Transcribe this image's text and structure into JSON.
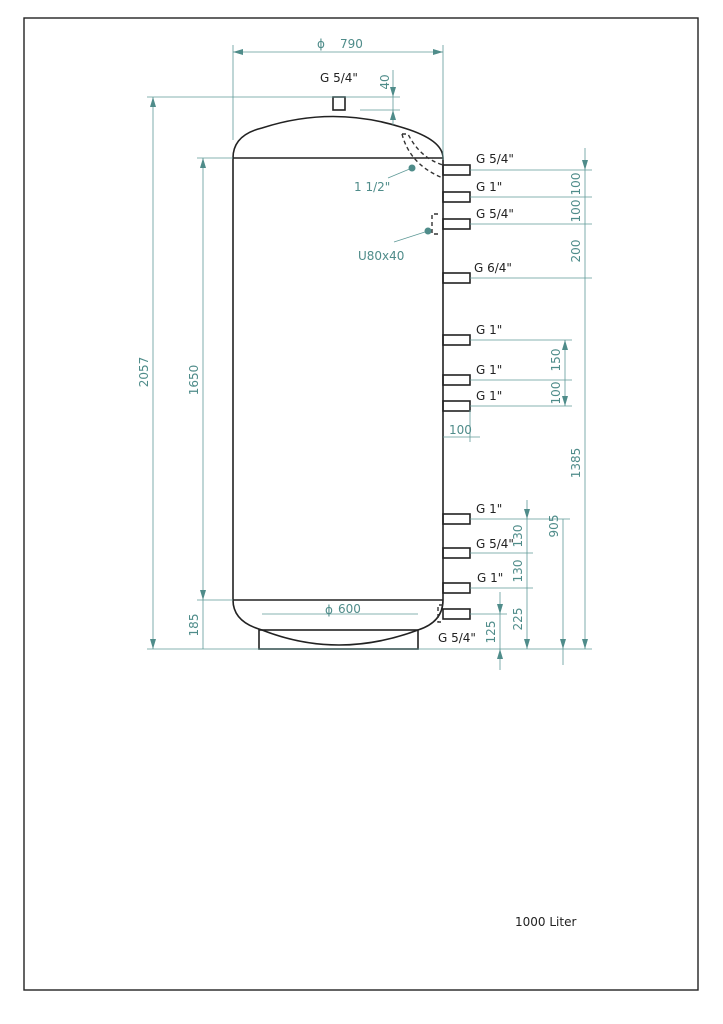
{
  "drawing": {
    "title": "1000 Liter",
    "overall_diameter": "790",
    "diameter_symbol": "ϕ",
    "base_diameter": "600",
    "top_connection": "G 5/4\"",
    "top_offset": "40",
    "sensor_sleeve": "1 1/2\"",
    "flange": "U80x40",
    "heights": {
      "total": "2057",
      "cylinder": "1650",
      "bottom": "185"
    },
    "nozzle_length": "100",
    "connections": [
      "G 5/4\"",
      "G 1\"",
      "G 5/4\"",
      "G 6/4\"",
      "G 1\"",
      "G 1\"",
      "G 1\"",
      "G 1\"",
      "G 5/4\"",
      "G 1\"",
      "G 5/4\""
    ],
    "spacings": {
      "a": "100",
      "b": "100",
      "c": "200",
      "d": "1385",
      "e": "150",
      "f": "100",
      "g": "905",
      "h": "130",
      "i": "130",
      "j": "225",
      "k": "125"
    },
    "colors": {
      "dimension": "#4f8c8a",
      "outline": "#222222"
    }
  }
}
